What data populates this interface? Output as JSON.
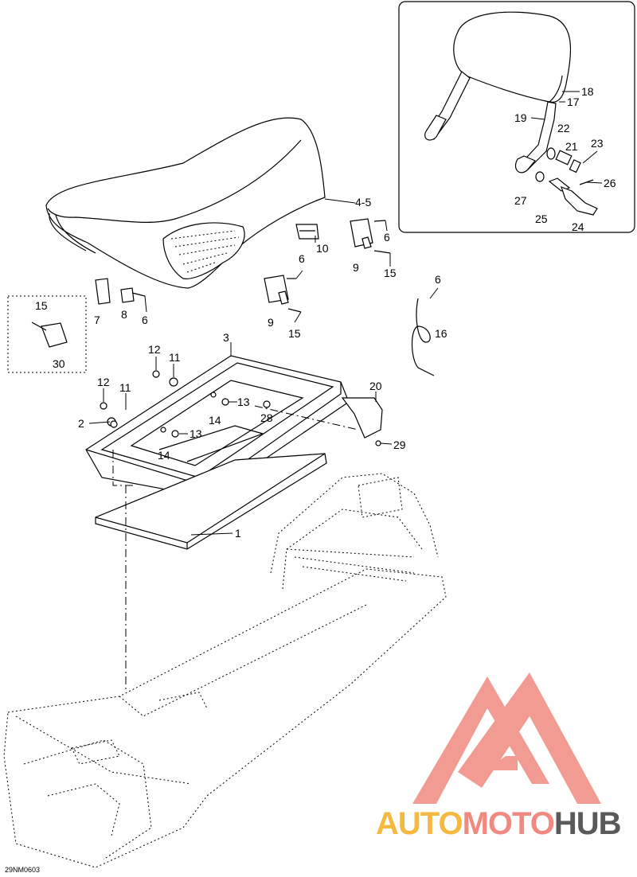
{
  "callouts": [
    "4-5",
    "10",
    "6",
    "9",
    "15",
    "6",
    "9",
    "15",
    "7",
    "8",
    "6",
    "15",
    "30",
    "6",
    "16",
    "3",
    "12",
    "11",
    "12",
    "11",
    "13",
    "2",
    "14",
    "28",
    "13",
    "14",
    "20",
    "29",
    "1",
    "18",
    "17",
    "19",
    "22",
    "21",
    "23",
    "26",
    "27",
    "25",
    "24"
  ],
  "drawing_id": "29NM0603",
  "watermark": {
    "part1": "AUTO",
    "part2": "MOTO",
    "part3": "HUB",
    "color1": "#f5b942",
    "color2": "#f08a80",
    "color3": "#5a5a5a"
  }
}
